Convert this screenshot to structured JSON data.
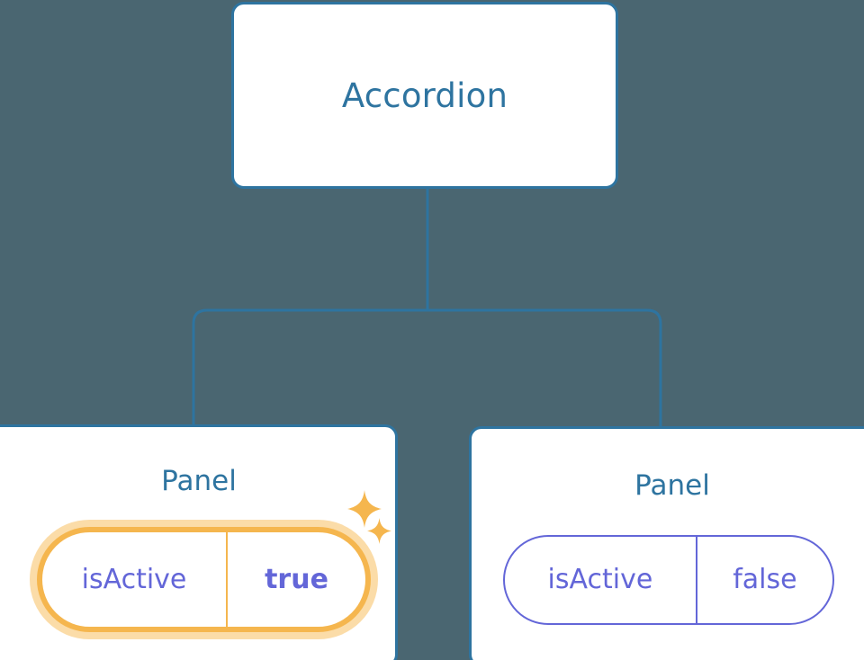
{
  "diagram": {
    "type": "component-tree",
    "background_color": "#4a6671",
    "node_border_color": "#2E74A0",
    "connector_color": "#2E74A0",
    "highlight_color": "#F5B64E",
    "highlight_glow_color": "#FBDCA8",
    "prop_text_color": "#6366D8",
    "title_text_color": "#2E74A0",
    "root": {
      "label": "Accordion"
    },
    "children": [
      {
        "label": "Panel",
        "highlighted": true,
        "prop": {
          "key": "isActive",
          "value": "true",
          "bold": true
        },
        "decorations": [
          "sparkle-large",
          "sparkle-small"
        ]
      },
      {
        "label": "Panel",
        "highlighted": false,
        "prop": {
          "key": "isActive",
          "value": "false",
          "bold": false
        },
        "decorations": []
      }
    ]
  }
}
